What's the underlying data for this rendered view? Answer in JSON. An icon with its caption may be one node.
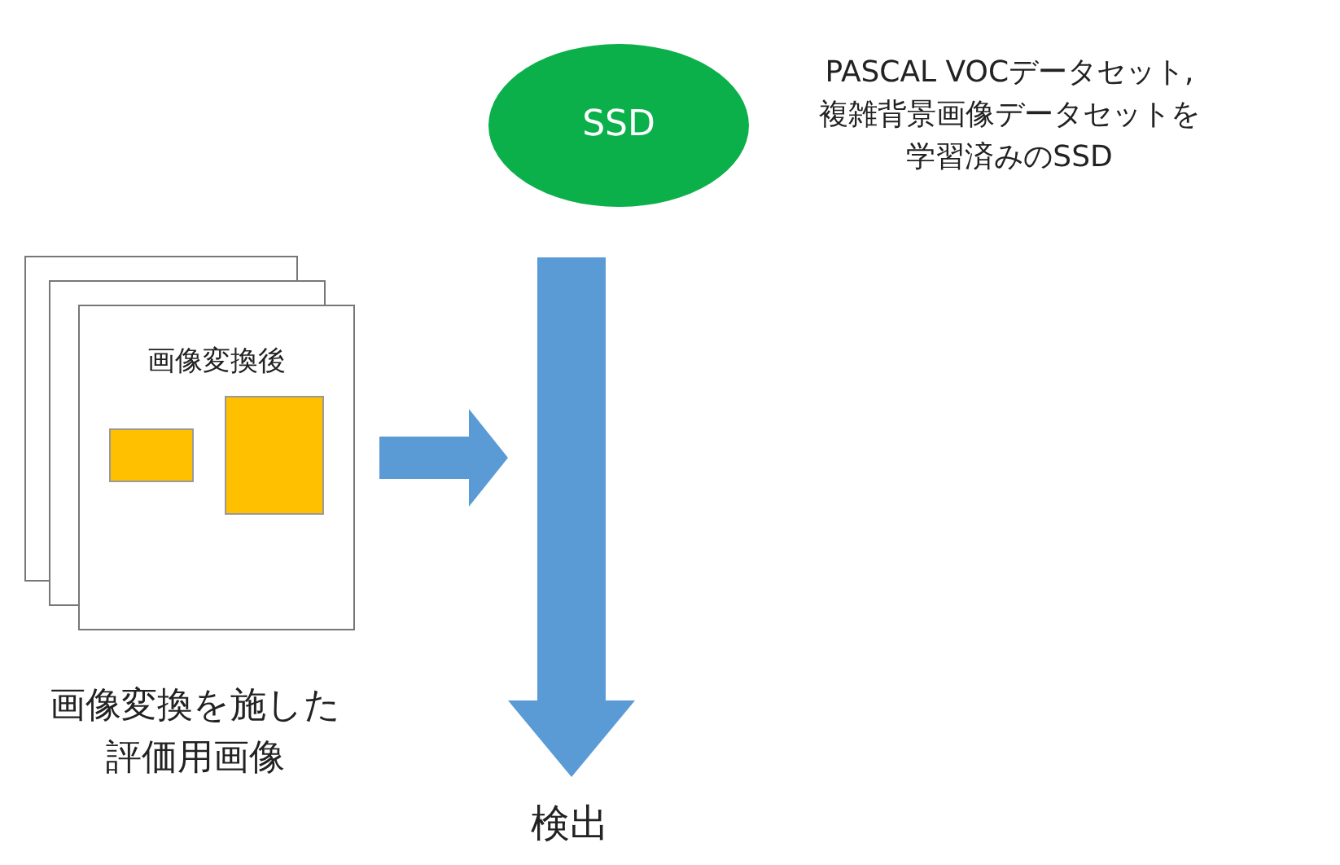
{
  "diagram": {
    "nodes": [
      {
        "text": [
          "SSD"
        ],
        "beside": [
          "PASCAL VOCデータセット,複雑背景画像データセットを学習済みのSSD"
        ]
      },
      {
        "text": [
          "画像変換後"
        ],
        "beside": [
          "画像変換を施した評価用画像"
        ]
      },
      {
        "text": [],
        "shape": "box",
        "in": 1
      },
      {
        "text": [],
        "shape": "box",
        "in": 1
      },
      {
        "text": [
          "検出"
        ]
      }
    ],
    "edges": [
      {
        "from": 0,
        "to": 4,
        "arrow": "to"
      },
      {
        "from": 1,
        "to": null,
        "arrow": "to"
      }
    ]
  }
}
